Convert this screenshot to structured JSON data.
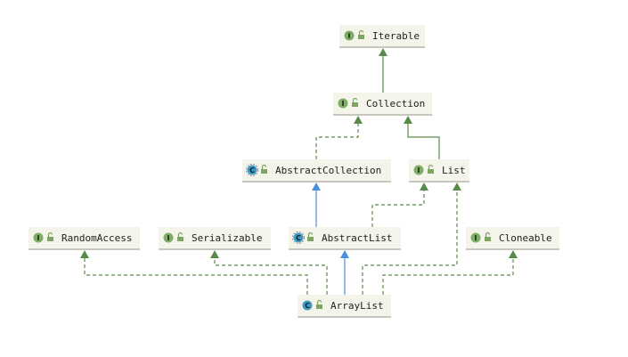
{
  "colors": {
    "node_fill": "#f4f4ea",
    "node_shadow": "#c7c7bd",
    "interface_badge": "#7cae63",
    "class_badge": "#3d9bc4",
    "abstract_badge_border": "#8a8a8a",
    "lock_icon": "#7ea660",
    "extends_arrow": "#4a90e2",
    "implements_arrow": "#5a8a4a"
  },
  "nodes": {
    "iterable": {
      "label": "Iterable",
      "kind": "interface",
      "badge": "I",
      "icon": "lock-icon"
    },
    "collection": {
      "label": "Collection",
      "kind": "interface",
      "badge": "I",
      "icon": "lock-icon"
    },
    "abstract_collection": {
      "label": "AbstractCollection",
      "kind": "abstract-class",
      "badge": "C",
      "icon": "lock-icon"
    },
    "list": {
      "label": "List",
      "kind": "interface",
      "badge": "I",
      "icon": "lock-icon"
    },
    "random_access": {
      "label": "RandomAccess",
      "kind": "interface",
      "badge": "I",
      "icon": "lock-icon"
    },
    "serializable": {
      "label": "Serializable",
      "kind": "interface",
      "badge": "I",
      "icon": "lock-icon"
    },
    "abstract_list": {
      "label": "AbstractList",
      "kind": "abstract-class",
      "badge": "C",
      "icon": "lock-icon"
    },
    "cloneable": {
      "label": "Cloneable",
      "kind": "interface",
      "badge": "I",
      "icon": "lock-icon"
    },
    "array_list": {
      "label": "ArrayList",
      "kind": "class",
      "badge": "C",
      "icon": "lock-icon"
    }
  },
  "edges": [
    {
      "from": "collection",
      "to": "iterable",
      "type": "interface-extends"
    },
    {
      "from": "abstract_collection",
      "to": "collection",
      "type": "implements"
    },
    {
      "from": "list",
      "to": "collection",
      "type": "interface-extends"
    },
    {
      "from": "abstract_list",
      "to": "abstract_collection",
      "type": "extends"
    },
    {
      "from": "abstract_list",
      "to": "list",
      "type": "implements"
    },
    {
      "from": "array_list",
      "to": "abstract_list",
      "type": "extends"
    },
    {
      "from": "array_list",
      "to": "random_access",
      "type": "implements"
    },
    {
      "from": "array_list",
      "to": "serializable",
      "type": "implements"
    },
    {
      "from": "array_list",
      "to": "list",
      "type": "implements"
    },
    {
      "from": "array_list",
      "to": "cloneable",
      "type": "implements"
    }
  ]
}
